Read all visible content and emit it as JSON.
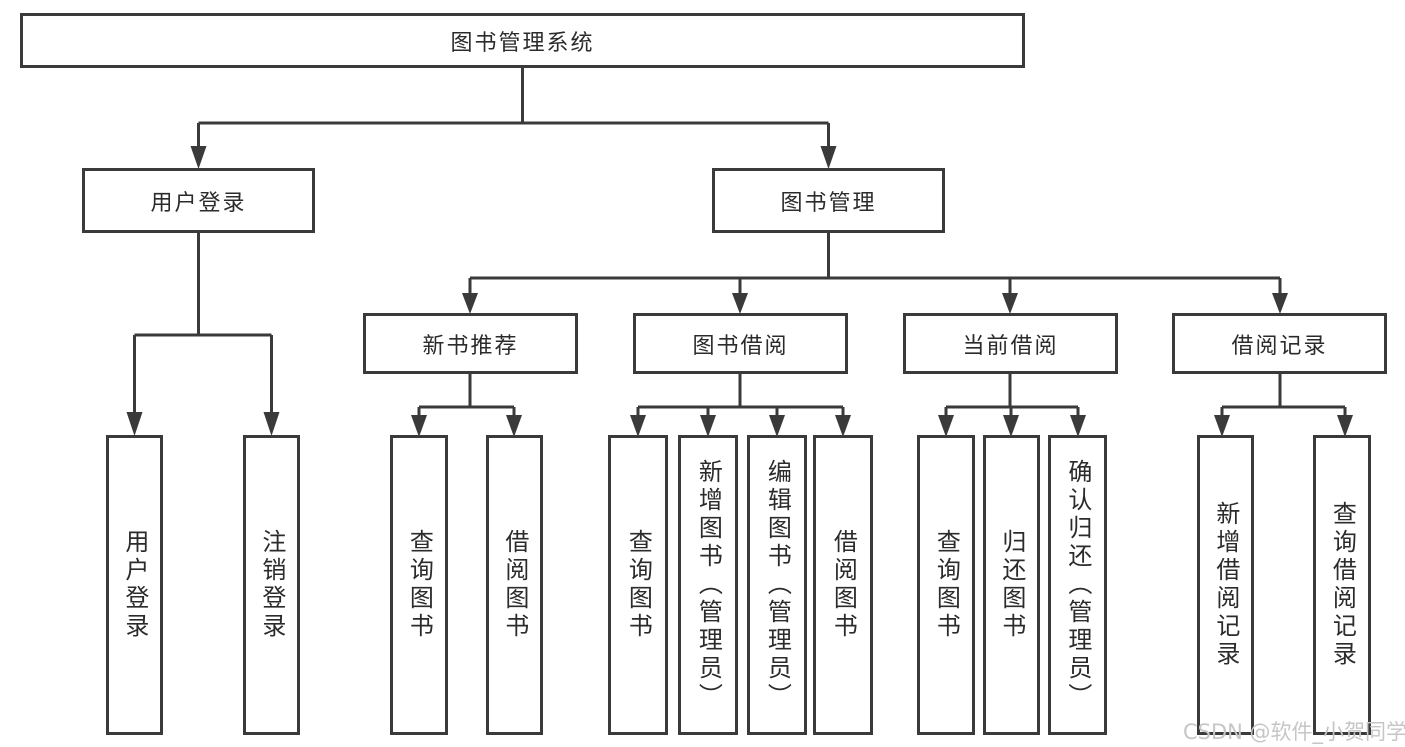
{
  "tree": {
    "label": "图书管理系统",
    "children": [
      {
        "label": "用户登录",
        "children": [
          {
            "label": "用户登录"
          },
          {
            "label": "注销登录"
          }
        ]
      },
      {
        "label": "图书管理",
        "children": [
          {
            "label": "新书推荐",
            "children": [
              {
                "label": "查询图书"
              },
              {
                "label": "借阅图书"
              }
            ]
          },
          {
            "label": "图书借阅",
            "children": [
              {
                "label": "查询图书"
              },
              {
                "label": "新增图书（管理员）"
              },
              {
                "label": "编辑图书（管理员）"
              },
              {
                "label": "借阅图书"
              }
            ]
          },
          {
            "label": "当前借阅",
            "children": [
              {
                "label": "查询图书"
              },
              {
                "label": "归还图书"
              },
              {
                "label": "确认归还（管理员）"
              }
            ]
          },
          {
            "label": "借阅记录",
            "children": [
              {
                "label": "新增借阅记录"
              },
              {
                "label": "查询借阅记录"
              }
            ]
          }
        ]
      }
    ]
  },
  "watermark": {
    "text": "CSDN @软件_小贺同学"
  },
  "colors": {
    "line": "#3a3a3a",
    "box_border": "#3a3a3a",
    "text": "#2b2b2b",
    "watermark": "#c6c6c6",
    "background": "#ffffff"
  }
}
